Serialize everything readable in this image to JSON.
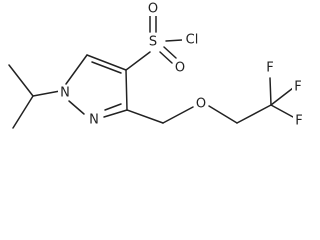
{
  "structure": {
    "atoms": {
      "n1": "N",
      "n2": "N",
      "s": "S",
      "o_top": "O",
      "o_bottom": "O",
      "cl": "Cl",
      "o_ether": "O",
      "f_top_left": "F",
      "f_top_right": "F",
      "f_bottom": "F"
    }
  }
}
